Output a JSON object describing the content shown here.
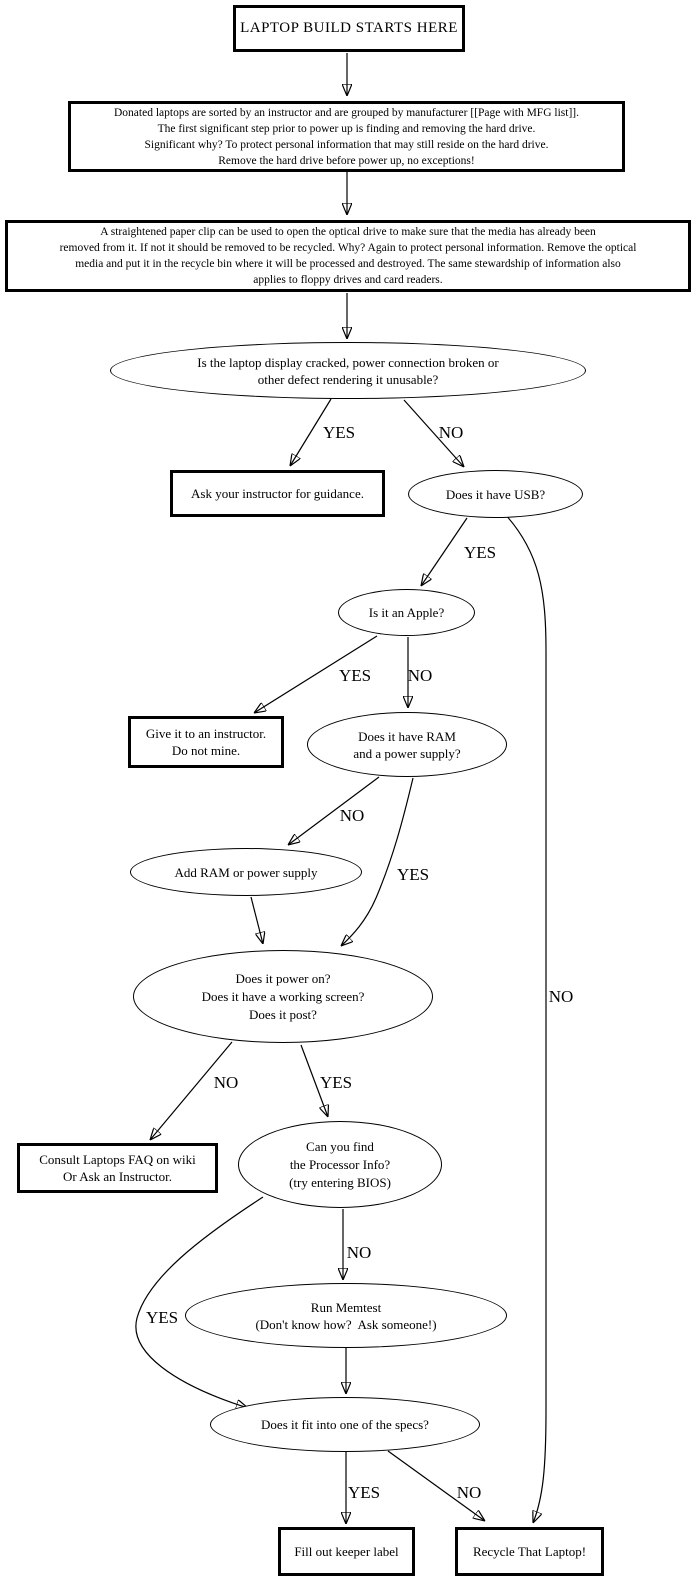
{
  "diagram": {
    "colors": {
      "background": "#ffffff",
      "stroke": "#000000",
      "text": "#000000"
    },
    "labels": {
      "yes": "YES",
      "no": "NO"
    },
    "nodes": {
      "start": "LAPTOP BUILD STARTS HERE",
      "sorting": "Donated laptops are sorted by an instructor and are grouped by manufacturer [[Page with MFG list]].\nThe first significant step prior to power up is finding and removing the hard drive.\nSignificant why? To protect personal information that may still reside on the hard drive.\nRemove the hard drive before power up, no exceptions!",
      "optical": "A straightened paper clip can be used to open the optical drive to make sure that the media has already been\nremoved from it. If not it should be removed to be recycled. Why? Again to protect personal information. Remove the optical\nmedia and put it in the recycle bin where it will be processed and destroyed. The same stewardship of information also\napplies to floppy drives and card readers.",
      "defect_question": "Is the laptop display cracked, power connection broken or\nother defect rendering it unusable?",
      "ask_instructor": "Ask your instructor for guidance.",
      "usb_question": "Does it have USB?",
      "apple_question": "Is it an Apple?",
      "give_instructor": "Give it to an instructor.\nDo not mine.",
      "ram_psu_question": "Does it have RAM\nand a power supply?",
      "add_ram_psu": "Add RAM or power supply",
      "power_on_question": "Does it power on?\nDoes it have a working screen?\nDoes it post?",
      "consult_faq": "Consult Laptops FAQ on wiki\nOr Ask an Instructor.",
      "processor_question": "Can you find\nthe Processor Info?\n(try entering BIOS)",
      "run_memtest": "Run Memtest\n(Don't know how?  Ask someone!)",
      "specs_question": "Does it fit into one of the specs?",
      "keeper_label": "Fill out keeper label",
      "recycle": "Recycle That Laptop!"
    }
  }
}
